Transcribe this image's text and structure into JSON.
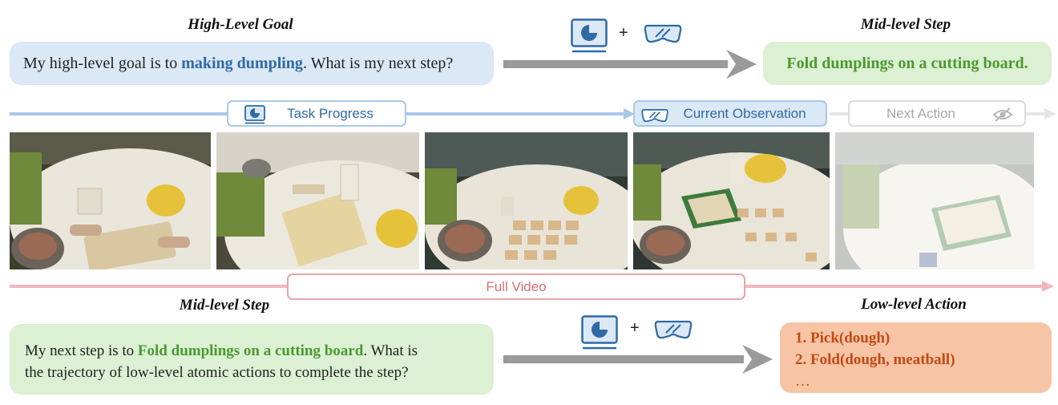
{
  "top": {
    "goal_heading": "High-Level Goal",
    "step_heading": "Mid-level Step",
    "question_prefix": "My high-level goal is to ",
    "question_highlight": "making dumpling",
    "question_suffix": ". What is my next step?",
    "answer": "Fold dumplings on a cutting board."
  },
  "timeline": {
    "task_progress": "Task Progress",
    "current_observation": "Current Observation",
    "next_action": "Next Action",
    "full_video": "Full Video"
  },
  "frames": [
    {
      "name": "frame-rolling-dough"
    },
    {
      "name": "frame-cut-dough"
    },
    {
      "name": "frame-placing-filling"
    },
    {
      "name": "frame-current-folding"
    },
    {
      "name": "frame-next-hidden"
    }
  ],
  "bottom": {
    "step_heading": "Mid-level Step",
    "action_heading": "Low-level Action",
    "question_prefix": "My next step is to ",
    "question_highlight": "Fold dumplings on a cutting board",
    "question_suffix_line1": ". What is",
    "question_line2": "the trajectory of low-level atomic actions to complete the step?",
    "actions": [
      "1. Pick(dough)",
      "2. Fold(dough, meatball)",
      "…"
    ]
  },
  "symbols": {
    "plus": "+"
  },
  "colors": {
    "blue": "#2e6aa6",
    "green": "#4a9a2e",
    "orange": "#c24a12",
    "pink": "#e8a4a8",
    "light_blue": "#a9c8e8"
  }
}
